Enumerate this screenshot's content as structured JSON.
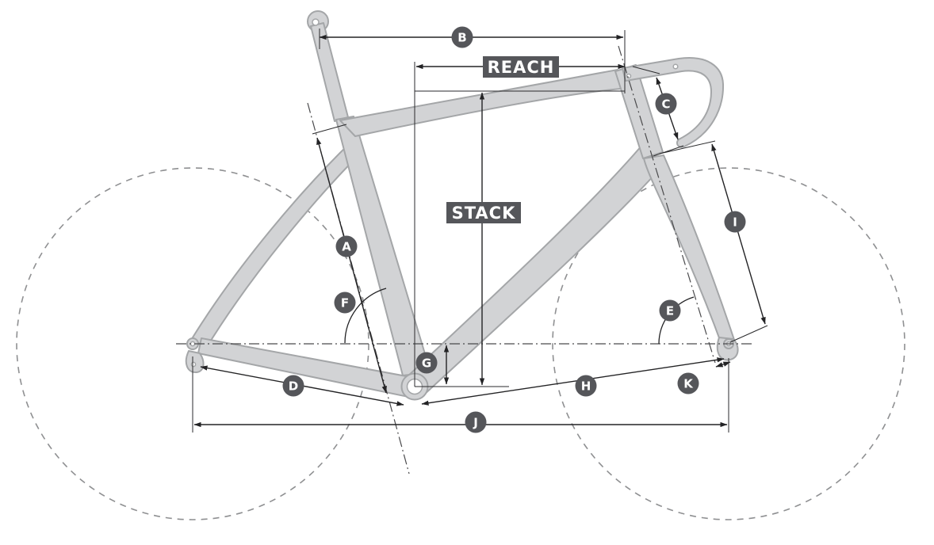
{
  "diagram": {
    "title": "bike-frame-geometry",
    "labels": {
      "a": "A",
      "b": "B",
      "c": "C",
      "d": "D",
      "e": "E",
      "f": "F",
      "g": "G",
      "h": "H",
      "i": "I",
      "j": "J",
      "k": "K"
    },
    "measurements": {
      "reach": "REACH",
      "stack": "STACK"
    },
    "colors": {
      "badge": "#55565a",
      "frame_fill": "#d2d3d5",
      "frame_stroke": "#a4a6a8",
      "line": "#232325",
      "wheel_dash": "#8f9092",
      "background": "#ffffff"
    }
  }
}
